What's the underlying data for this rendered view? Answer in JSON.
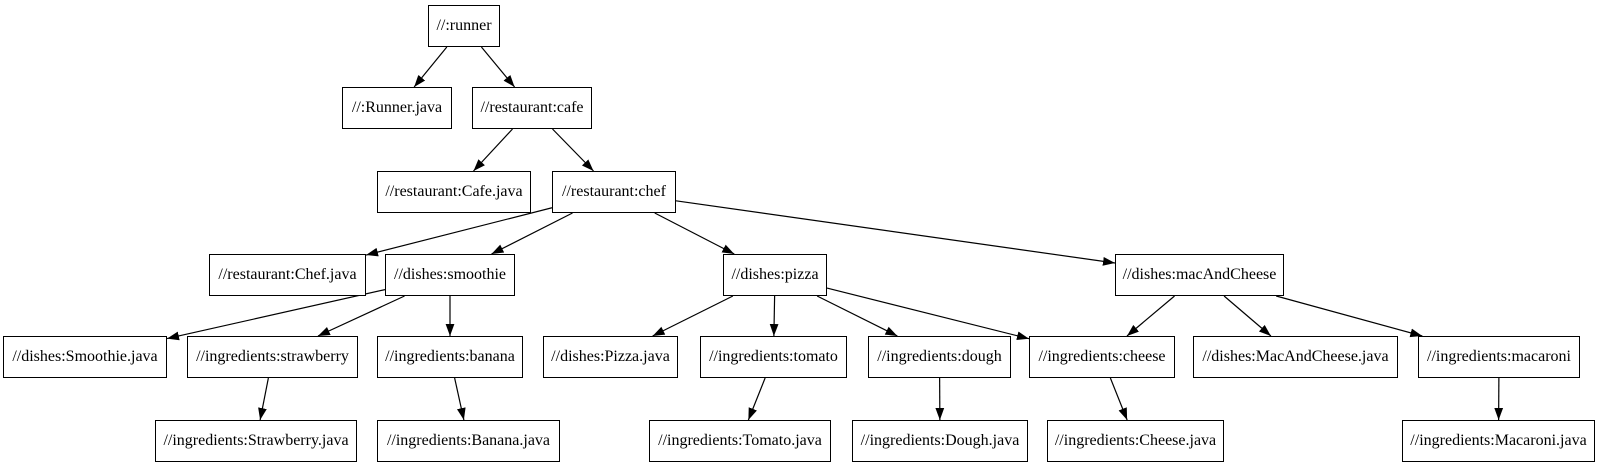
{
  "diagram": {
    "type": "dependency-graph",
    "background_color": "#ffffff",
    "node_fill_color": "#ffffff",
    "node_border_color": "#000000",
    "node_text_color": "#000000",
    "edge_color": "#000000",
    "nodes": [
      {
        "id": "runner",
        "label": "//:runner"
      },
      {
        "id": "runner-java",
        "label": "//:Runner.java"
      },
      {
        "id": "cafe",
        "label": "//restaurant:cafe"
      },
      {
        "id": "cafe-java",
        "label": "//restaurant:Cafe.java"
      },
      {
        "id": "chef",
        "label": "//restaurant:chef"
      },
      {
        "id": "chef-java",
        "label": "//restaurant:Chef.java"
      },
      {
        "id": "smoothie",
        "label": "//dishes:smoothie"
      },
      {
        "id": "pizza",
        "label": "//dishes:pizza"
      },
      {
        "id": "mac-and-cheese",
        "label": "//dishes:macAndCheese"
      },
      {
        "id": "smoothie-java",
        "label": "//dishes:Smoothie.java"
      },
      {
        "id": "strawberry",
        "label": "//ingredients:strawberry"
      },
      {
        "id": "banana",
        "label": "//ingredients:banana"
      },
      {
        "id": "pizza-java",
        "label": "//dishes:Pizza.java"
      },
      {
        "id": "tomato",
        "label": "//ingredients:tomato"
      },
      {
        "id": "dough",
        "label": "//ingredients:dough"
      },
      {
        "id": "cheese",
        "label": "//ingredients:cheese"
      },
      {
        "id": "mac-and-cheese-java",
        "label": "//dishes:MacAndCheese.java"
      },
      {
        "id": "macaroni",
        "label": "//ingredients:macaroni"
      },
      {
        "id": "strawberry-java",
        "label": "//ingredients:Strawberry.java"
      },
      {
        "id": "banana-java",
        "label": "//ingredients:Banana.java"
      },
      {
        "id": "tomato-java",
        "label": "//ingredients:Tomato.java"
      },
      {
        "id": "dough-java",
        "label": "//ingredients:Dough.java"
      },
      {
        "id": "cheese-java",
        "label": "//ingredients:Cheese.java"
      },
      {
        "id": "macaroni-java",
        "label": "//ingredients:Macaroni.java"
      }
    ],
    "edges": [
      {
        "from": "runner",
        "to": "runner-java"
      },
      {
        "from": "runner",
        "to": "cafe"
      },
      {
        "from": "cafe",
        "to": "cafe-java"
      },
      {
        "from": "cafe",
        "to": "chef"
      },
      {
        "from": "chef",
        "to": "chef-java"
      },
      {
        "from": "chef",
        "to": "smoothie"
      },
      {
        "from": "chef",
        "to": "pizza"
      },
      {
        "from": "chef",
        "to": "mac-and-cheese"
      },
      {
        "from": "smoothie",
        "to": "smoothie-java"
      },
      {
        "from": "smoothie",
        "to": "strawberry"
      },
      {
        "from": "smoothie",
        "to": "banana"
      },
      {
        "from": "strawberry",
        "to": "strawberry-java"
      },
      {
        "from": "banana",
        "to": "banana-java"
      },
      {
        "from": "pizza",
        "to": "pizza-java"
      },
      {
        "from": "pizza",
        "to": "tomato"
      },
      {
        "from": "pizza",
        "to": "dough"
      },
      {
        "from": "pizza",
        "to": "cheese"
      },
      {
        "from": "tomato",
        "to": "tomato-java"
      },
      {
        "from": "dough",
        "to": "dough-java"
      },
      {
        "from": "cheese",
        "to": "cheese-java"
      },
      {
        "from": "mac-and-cheese",
        "to": "cheese"
      },
      {
        "from": "mac-and-cheese",
        "to": "mac-and-cheese-java"
      },
      {
        "from": "mac-and-cheese",
        "to": "macaroni"
      },
      {
        "from": "macaroni",
        "to": "macaroni-java"
      }
    ]
  }
}
